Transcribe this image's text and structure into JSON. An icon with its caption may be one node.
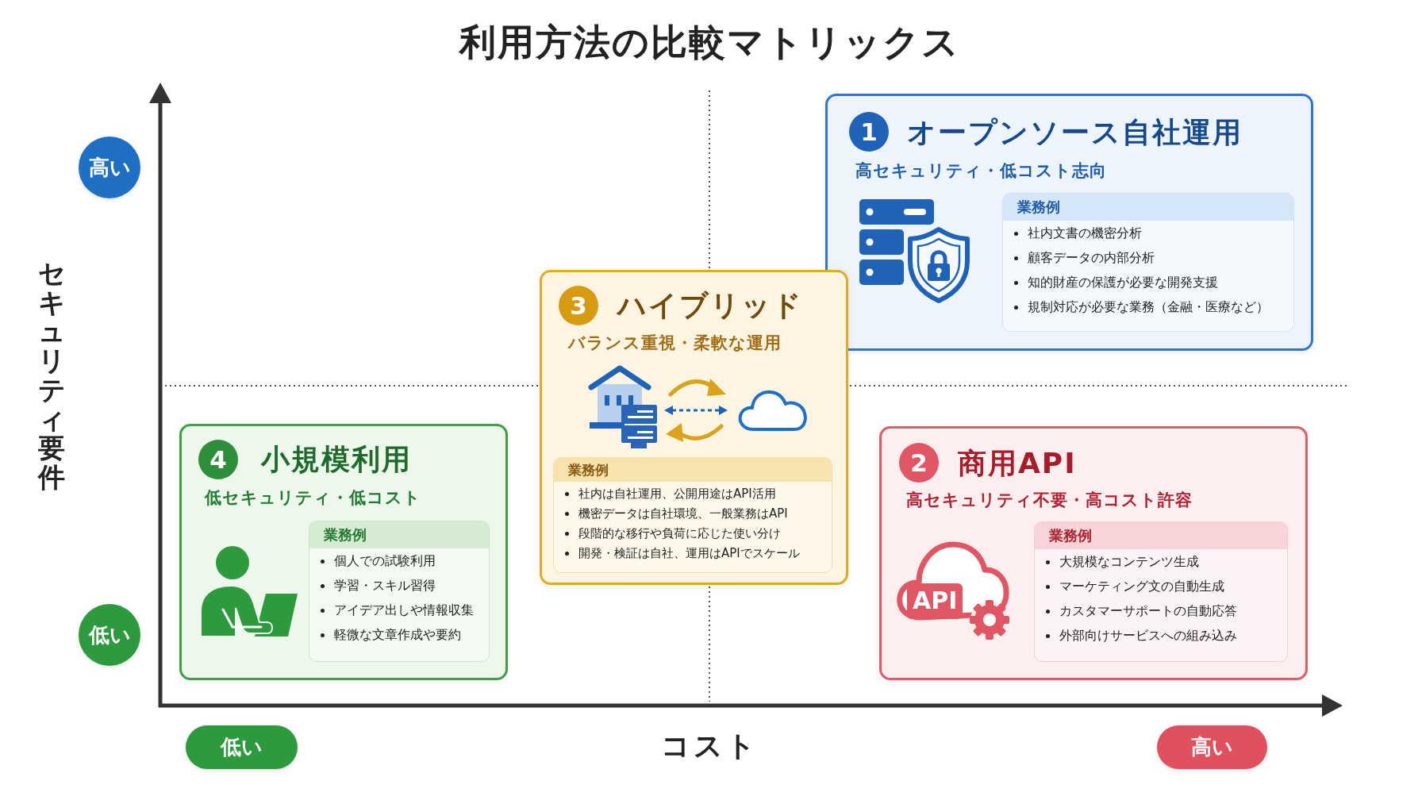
{
  "diagram": {
    "title": "利用方法の比較マトリックス",
    "nodes": [
      {
        "text": [
          "高い"
        ]
      },
      {
        "text": [
          "オープンソース自社運用",
          "高セキュリティ・低コスト志向"
        ]
      },
      {
        "text": [
          "1"
        ],
        "in": 1
      },
      {
        "text": [
          "業務例",
          "社内文書の機密分析",
          "顧客データの内部分析",
          "知的財産の保護が必要な開発支援",
          "規制対応が必要な業務（金融・医療など）"
        ],
        "in": 1
      },
      {
        "text": [
          "ハイブリッド",
          "バランス重視・柔軟な運用"
        ]
      },
      {
        "text": [
          "3"
        ],
        "in": 4
      },
      {
        "text": [
          "業務例",
          "社内は自社運用、公開用途はAPI活用",
          "機密データは自社環境、一般業務はAPI",
          "段階的な移行や負荷に応じた使い分け",
          "開発・検証は自社、運用はAPIでスケール"
        ],
        "in": 4
      },
      {
        "text": [
          "小規模利用",
          "低セキュリティ・低コスト"
        ]
      },
      {
        "text": [
          "4"
        ],
        "in": 7
      },
      {
        "text": [
          "業務例",
          "個人での試験利用",
          "学習・スキル習得",
          "アイデア出しや情報収集",
          "軽微な文章作成や要約"
        ],
        "in": 7
      },
      {
        "text": [
          "商用API",
          "高セキュリティ不要・高コスト許容"
        ]
      },
      {
        "text": [
          "2"
        ],
        "in": 10
      },
      {
        "text": [
          "業務例",
          "大規模なコンテンツ生成",
          "マーケティング文の自動生成",
          "カスタマーサポートの自動応答",
          "外部向けサービスへの組み込み"
        ],
        "in": 10
      },
      {
        "text": [
          "低い"
        ]
      },
      {
        "text": [
          "低い"
        ]
      },
      {
        "text": [
          "高い"
        ]
      }
    ],
    "labels": [
      "セキュリティ要件",
      "API",
      "コスト"
    ]
  }
}
